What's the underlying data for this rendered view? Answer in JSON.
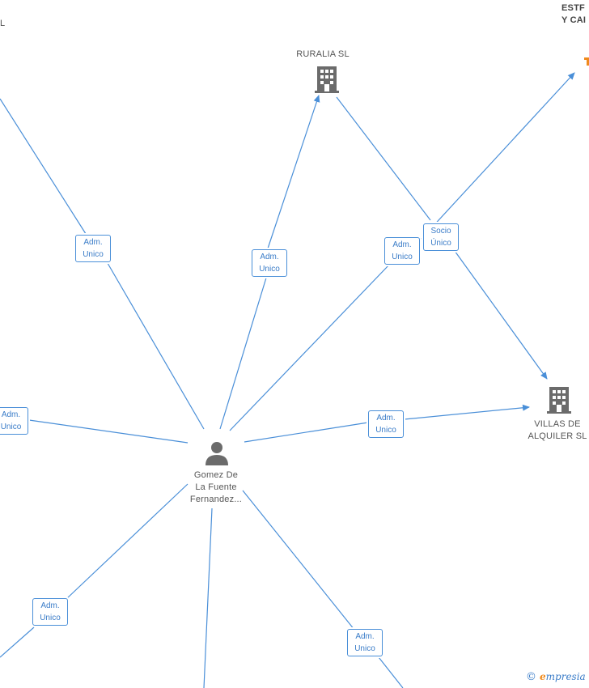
{
  "nodes": {
    "top_left_company": {
      "label": "L"
    },
    "top_right_company": {
      "line1": "ESTF",
      "line2": "Y CAI"
    },
    "ruralia": {
      "label": "RURALIA SL"
    },
    "villas": {
      "line1": "VILLAS DE",
      "line2": "ALQUILER  SL"
    },
    "person": {
      "line1": "Gomez De",
      "line2": "La Fuente",
      "line3": "Fernandez..."
    }
  },
  "edge_labels": {
    "top_left": {
      "line1": "Adm.",
      "line2": "Unico"
    },
    "ruralia": {
      "line1": "Adm.",
      "line2": "Unico"
    },
    "top_right": {
      "line1": "Adm.",
      "line2": "Unico"
    },
    "socio": {
      "line1": "Socio",
      "line2": "Único"
    },
    "villas": {
      "line1": "Adm.",
      "line2": "Unico"
    },
    "left": {
      "line1": "Adm.",
      "line2": "Unico"
    },
    "bottom_left": {
      "line1": "Adm.",
      "line2": "Unico"
    },
    "bottom_right": {
      "line1": "Adm.",
      "line2": "Unico"
    }
  },
  "brand": {
    "copyright": "©",
    "e": "e",
    "rest": "mpresia"
  },
  "colors": {
    "edge": "#4a8fd8",
    "building": "#6b6b6b",
    "person": "#6b6b6b",
    "accent": "#f08a1c"
  }
}
